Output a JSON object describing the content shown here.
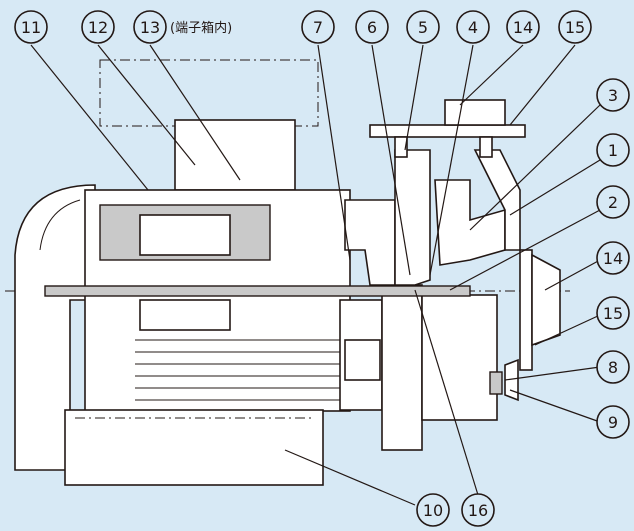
{
  "callouts": [
    {
      "id": "c11",
      "label": "11"
    },
    {
      "id": "c12",
      "label": "12"
    },
    {
      "id": "c13",
      "label": "13",
      "note": "(端子箱内)"
    },
    {
      "id": "c7",
      "label": "7"
    },
    {
      "id": "c6",
      "label": "6"
    },
    {
      "id": "c5",
      "label": "5"
    },
    {
      "id": "c4",
      "label": "4"
    },
    {
      "id": "c14a",
      "label": "14"
    },
    {
      "id": "c15a",
      "label": "15"
    },
    {
      "id": "c3",
      "label": "3"
    },
    {
      "id": "c1",
      "label": "1"
    },
    {
      "id": "c2",
      "label": "2"
    },
    {
      "id": "c14b",
      "label": "14"
    },
    {
      "id": "c15b",
      "label": "15"
    },
    {
      "id": "c8",
      "label": "8"
    },
    {
      "id": "c9",
      "label": "9"
    },
    {
      "id": "c10",
      "label": "10"
    },
    {
      "id": "c16",
      "label": "16"
    }
  ],
  "colors": {
    "background": "#d7e9f5",
    "ink": "#231815",
    "fill": "#ffffff",
    "shade": "#c9c9c9"
  }
}
